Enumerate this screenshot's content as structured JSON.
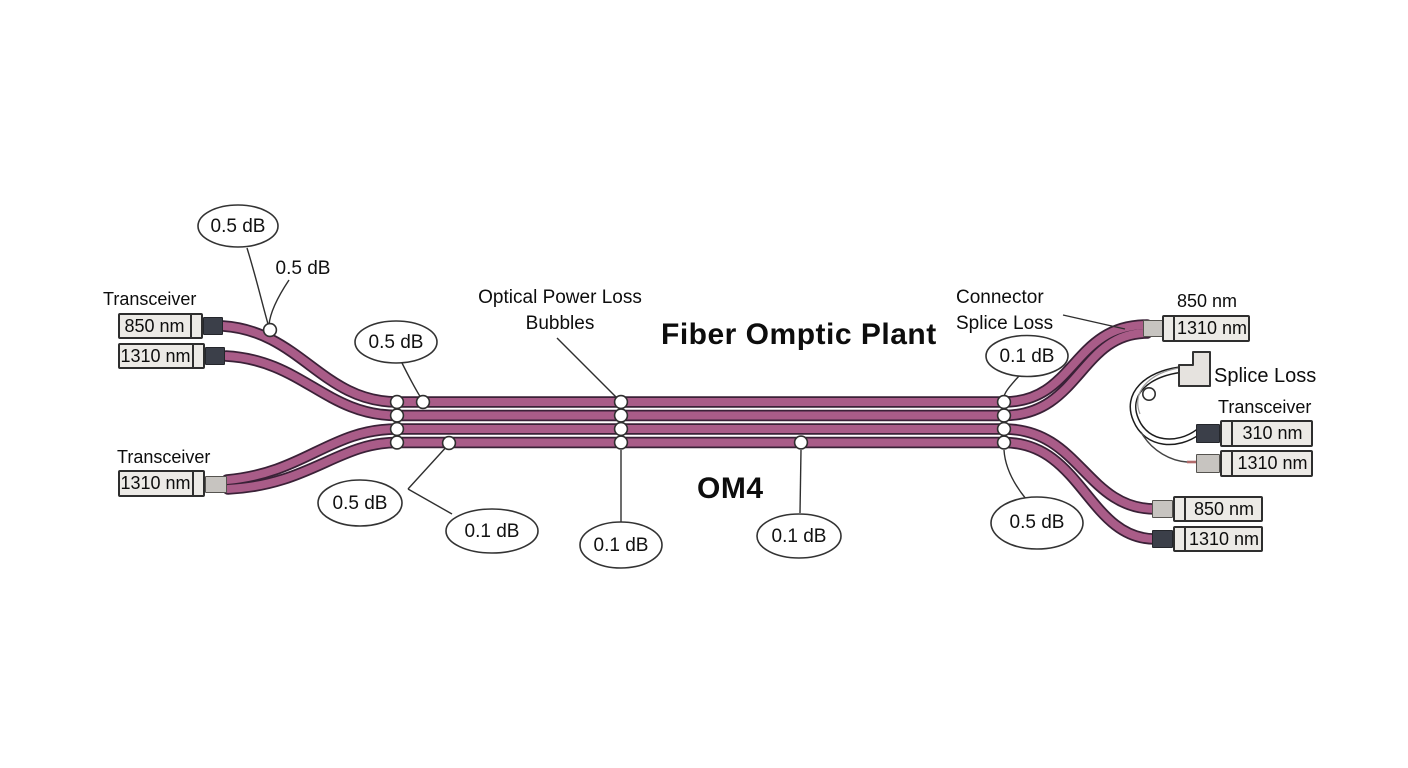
{
  "diagram": {
    "title": "Fiber Omptic Plant",
    "cable_type": "OM4",
    "captions": {
      "bubbles_line1": "Optical Power Loss",
      "bubbles_line2": "Bubbles",
      "connector_line1": "Connector",
      "connector_line2": "Splice Loss",
      "splice_loss": "Splice Loss"
    }
  },
  "loss_bubbles": [
    {
      "position": "top-left-ellipse",
      "label": "0.5 dB"
    },
    {
      "position": "top-left-text",
      "label": "0.5 dB"
    },
    {
      "position": "left-upper",
      "label": "0.5 dB"
    },
    {
      "position": "left-lower",
      "label": "0.5 dB"
    },
    {
      "position": "left-lower-right",
      "label": "0.1 dB"
    },
    {
      "position": "center",
      "label": "0.1 dB"
    },
    {
      "position": "center-right",
      "label": "0.1 dB"
    },
    {
      "position": "right-upper",
      "label": "0.1 dB"
    },
    {
      "position": "right-lower",
      "label": "0.5 dB"
    }
  ],
  "transceivers": {
    "left_top": {
      "label": "Transceiver",
      "ports": [
        "850 nm",
        "1310 nm"
      ]
    },
    "left_bottom": {
      "label": "Transceiver",
      "ports": [
        "1310 nm"
      ]
    },
    "right_top": {
      "wavelength": "850 nm",
      "ports": [
        "1310 nm"
      ]
    },
    "right_mid": {
      "label": "Transceiver",
      "ports": [
        "310 nm",
        "1310 nm"
      ]
    },
    "right_bottom": {
      "ports": [
        "850 nm",
        "1310 nm"
      ]
    }
  },
  "colors": {
    "fiber": "#a95c88",
    "fiber_outline": "#3a2137",
    "box_fill": "#eceae6",
    "box_border": "#2e2e2e",
    "connector_dark": "#3b3f49",
    "connector_light": "#c7c4c0",
    "background": "#ffffff"
  }
}
